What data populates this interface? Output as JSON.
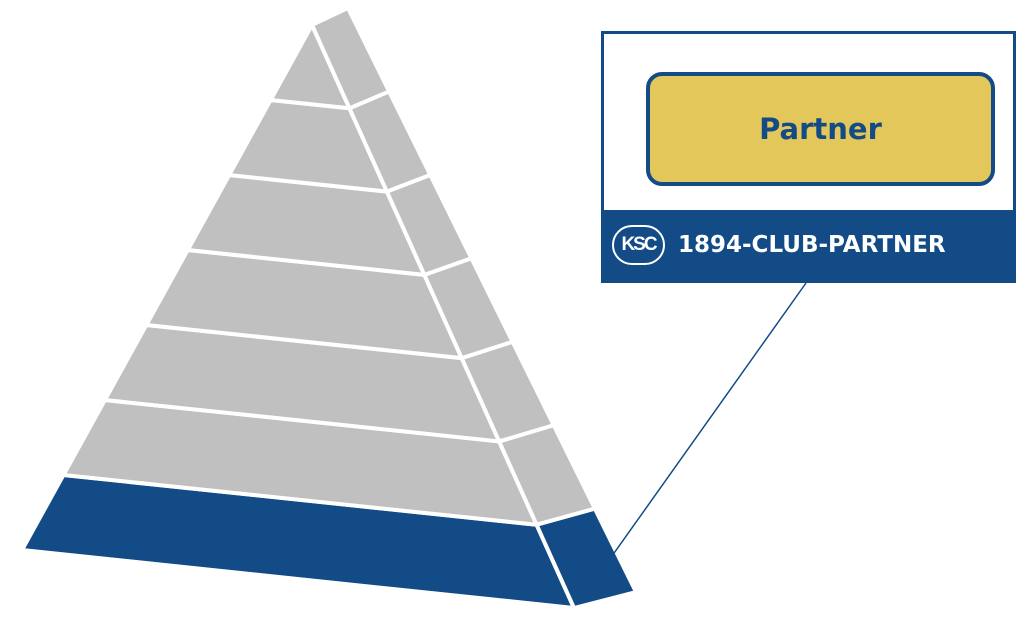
{
  "diagram": {
    "tiers_total": 7,
    "highlighted_tier_from_bottom": 1,
    "colors": {
      "highlight": "#124b86",
      "inactive": "#c0c0c0",
      "badge_fill": "#e3c75a",
      "badge_text": "#124b86",
      "divider": "#ffffff"
    }
  },
  "callout": {
    "tier_name": "Partner",
    "logo_text": "KSC",
    "label": "1894-CLUB-PARTNER"
  }
}
